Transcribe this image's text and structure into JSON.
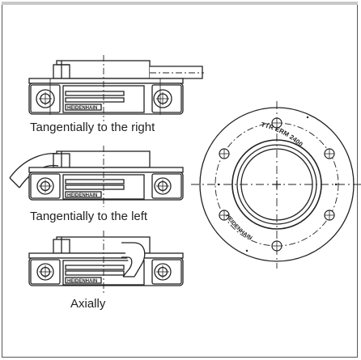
{
  "captions": {
    "right": "Tangentially to the right",
    "left": "Tangentially to the left",
    "axial": "Axially"
  },
  "labels": {
    "brand_small": "HEIDENHAIN",
    "ring_model": "TTR ERM 2400",
    "ring_brand": "HEIDENHAIN"
  },
  "colors": {
    "line": "#222222",
    "frame": "#555555",
    "frame_top": "#c8c8c8"
  }
}
